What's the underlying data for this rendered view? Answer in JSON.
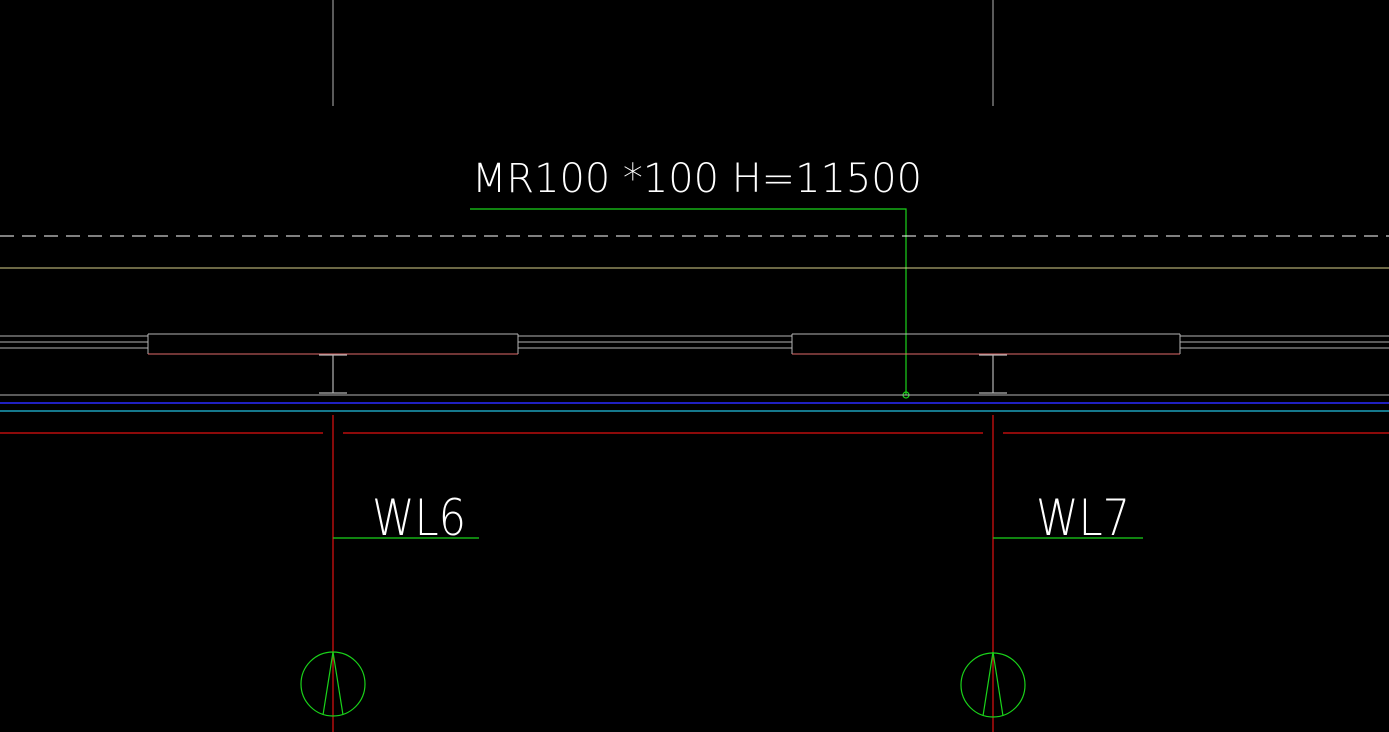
{
  "drawing": {
    "background": "#000000",
    "annotation": {
      "text": "MR100 *100  H=11500"
    },
    "labels": {
      "wl6": "WL6",
      "wl7": "WL7"
    },
    "colors": {
      "grid": "#b4b4b4",
      "dashed": "#ffffff",
      "yellow_line": "#d8d08a",
      "red": "#e01010",
      "blue": "#2a2aff",
      "cyan": "#22bfe0",
      "green": "#1ad21a",
      "text": "#ffffff",
      "pink": "#e06a6a"
    }
  }
}
